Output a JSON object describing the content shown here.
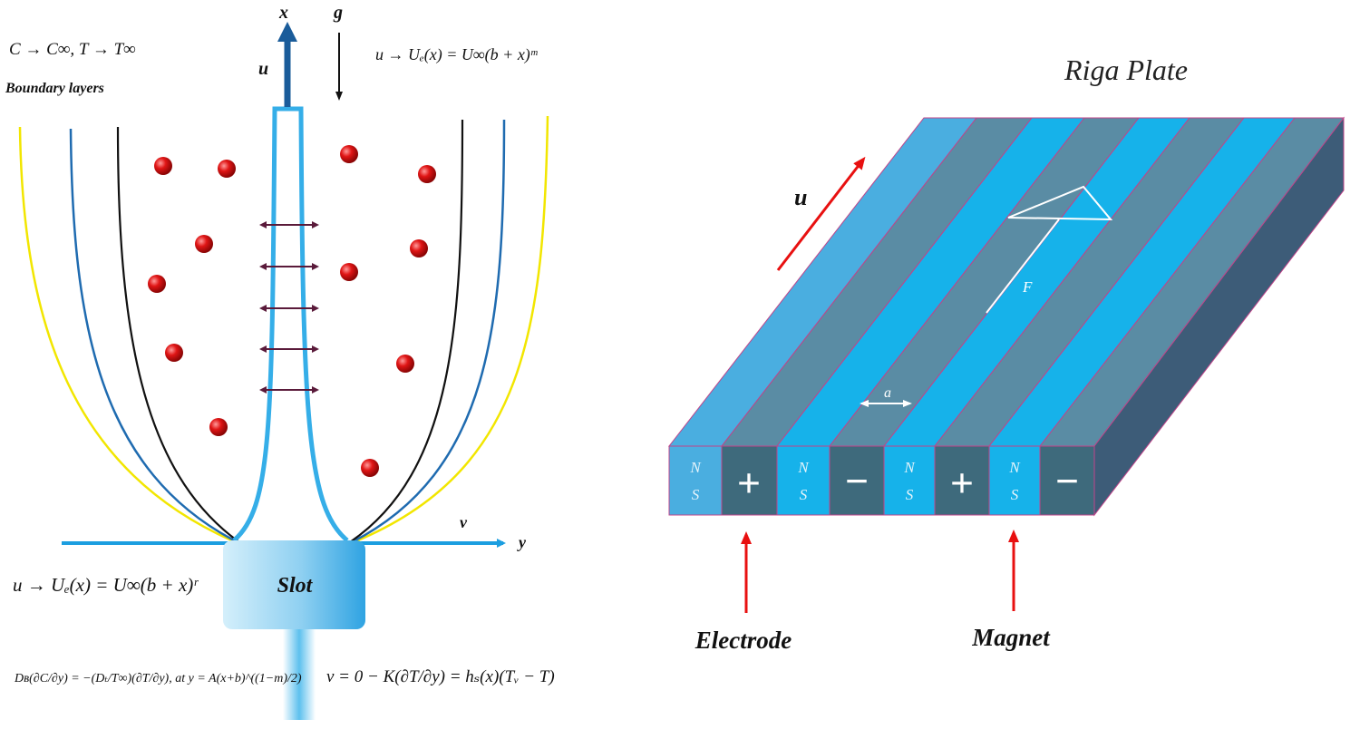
{
  "left": {
    "axis_x": "x",
    "axis_y": "y",
    "gravity": "g",
    "u_label": "u",
    "v_label": "v",
    "far_field": "C → C∞, T → T∞",
    "boundary_layers": "Boundary layers",
    "edge_velocity_top": "u → Uₑ(x) = U∞(b + x)ᵐ",
    "edge_velocity_bottom": "u → Uₑ(x) = U∞(b + x)ʳ",
    "slot": "Slot",
    "bc_left": "Dʙ(∂C/∂y) = −(Dₜ/T∞)(∂T/∂y), at y = A(x+b)^((1−m)/2)",
    "bc_right": "v = 0 − K(∂T/∂y) = hₛ(x)(Tᵥ − T)"
  },
  "right": {
    "title": "Riga Plate",
    "u_label": "u",
    "force_label": "F",
    "width_label": "a",
    "faces": [
      {
        "top": "N",
        "bottom": "S"
      },
      {
        "sign": "+"
      },
      {
        "top": "N",
        "bottom": "S"
      },
      {
        "sign": "−"
      },
      {
        "top": "N",
        "bottom": "S"
      },
      {
        "sign": "+"
      },
      {
        "top": "N",
        "bottom": "S"
      },
      {
        "sign": "−"
      }
    ],
    "electrode": "Electrode",
    "magnet": "Magnet"
  },
  "colors": {
    "blue_curve": "#1f6bb0",
    "yellow_curve": "#f2e600",
    "slot_blue": "#3ab0e8",
    "particle_red": "#e01515",
    "strip_light": "#4aaee0",
    "strip_dark": "#5a8ca4",
    "side_dark": "#3d5c78",
    "arrow_red": "#e81010"
  }
}
